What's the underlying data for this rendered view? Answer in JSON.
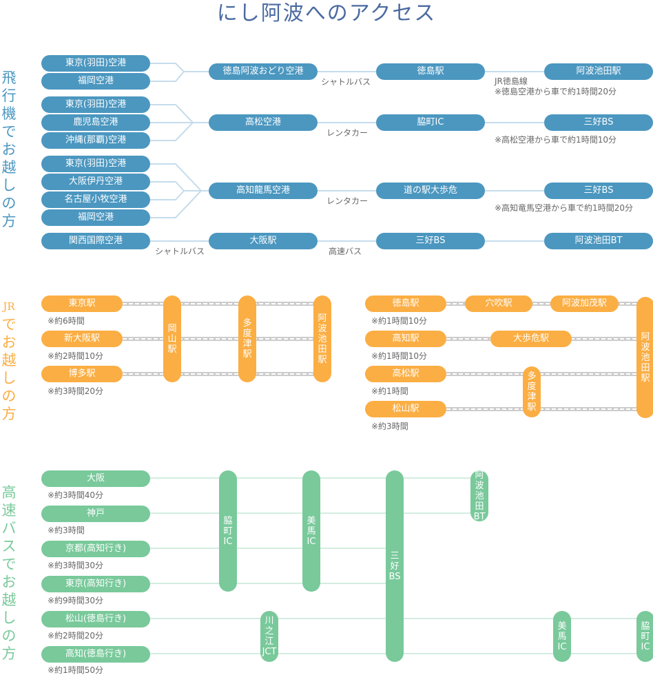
{
  "title": "にし阿波へのアクセス",
  "colors": {
    "title": "#4a6aa0",
    "air": "#4b97c0",
    "jr": "#fbae43",
    "bus": "#79c99b",
    "air_line": "#c5dcec",
    "jr_track": "#cccccc",
    "bus_line": "#d3ede0"
  },
  "air": {
    "heading": "飛行機でお越しの方",
    "routes": [
      {
        "origins": [
          "東京(羽田)空港",
          "福岡空港"
        ],
        "hub": "徳島阿波おどり空港",
        "mode1": "シャトルバス",
        "mid": "徳島駅",
        "mode2": "JR徳島線",
        "dest": "阿波池田駅",
        "note": "※徳島空港から車で約1時間20分"
      },
      {
        "origins": [
          "東京(羽田)空港",
          "鹿児島空港",
          "沖縄(那覇)空港"
        ],
        "hub": "高松空港",
        "mode1": "レンタカー",
        "mid": "脇町IC",
        "dest": "三好BS",
        "note": "※高松空港から車で約1時間10分"
      },
      {
        "origins": [
          "東京(羽田)空港",
          "大阪伊丹空港",
          "名古屋小牧空港",
          "福岡空港"
        ],
        "hub": "高知龍馬空港",
        "mode1": "レンタカー",
        "mid": "道の駅大歩危",
        "dest": "三好BS",
        "note": "※高知竜馬空港から車で約1時間20分"
      },
      {
        "origins": [
          "関西国際空港"
        ],
        "hub": "大阪駅",
        "mode0": "シャトルバス",
        "mode1": "高速バス",
        "mid": "三好BS",
        "dest": "阿波池田BT"
      }
    ]
  },
  "jr": {
    "heading": "JRでお越しの方",
    "left": {
      "origins": [
        {
          "name": "東京駅",
          "time": "※約6時間"
        },
        {
          "name": "新大阪駅",
          "time": "※約2時間10分"
        },
        {
          "name": "博多駅",
          "time": "※約3時間20分"
        }
      ],
      "transfers": [
        "岡山駅",
        "多度津駅",
        "阿波池田駅"
      ]
    },
    "right": {
      "origins": [
        {
          "name": "徳島駅",
          "time": "※約1時間10分"
        },
        {
          "name": "高知駅",
          "time": "※約1時間10分"
        },
        {
          "name": "高松駅",
          "time": "※約1時間"
        },
        {
          "name": "松山駅",
          "time": "※約3時間"
        }
      ],
      "stops": [
        "穴吹駅",
        "阿波加茂駅",
        "大歩危駅"
      ],
      "transfer": "多度津駅",
      "dest": "阿波池田駅"
    }
  },
  "bus": {
    "heading": "高速バスでお越しの方",
    "origins": [
      {
        "name": "大阪",
        "time": "※約3時間40分"
      },
      {
        "name": "神戸",
        "time": "※約3時間"
      },
      {
        "name": "京都(高知行き)",
        "time": "※約3時間30分"
      },
      {
        "name": "東京(高知行き)",
        "time": "※約9時間30分"
      },
      {
        "name": "松山(徳島行き)",
        "time": "※約2時間20分"
      },
      {
        "name": "高知(徳島行き)",
        "time": "※約1時間50分"
      }
    ],
    "stops": {
      "wakimachi1": [
        "脇",
        "町",
        "IC"
      ],
      "mima1": [
        "美",
        "馬",
        "IC"
      ],
      "miyoshi": [
        "三",
        "好",
        "BS"
      ],
      "ikeda": [
        "阿",
        "波",
        "池",
        "田",
        "BT"
      ],
      "kawanoe": [
        "川",
        "之",
        "江",
        "JCT"
      ],
      "mima2": [
        "美",
        "馬",
        "IC"
      ],
      "wakimachi2": [
        "脇",
        "町",
        "IC"
      ]
    }
  }
}
